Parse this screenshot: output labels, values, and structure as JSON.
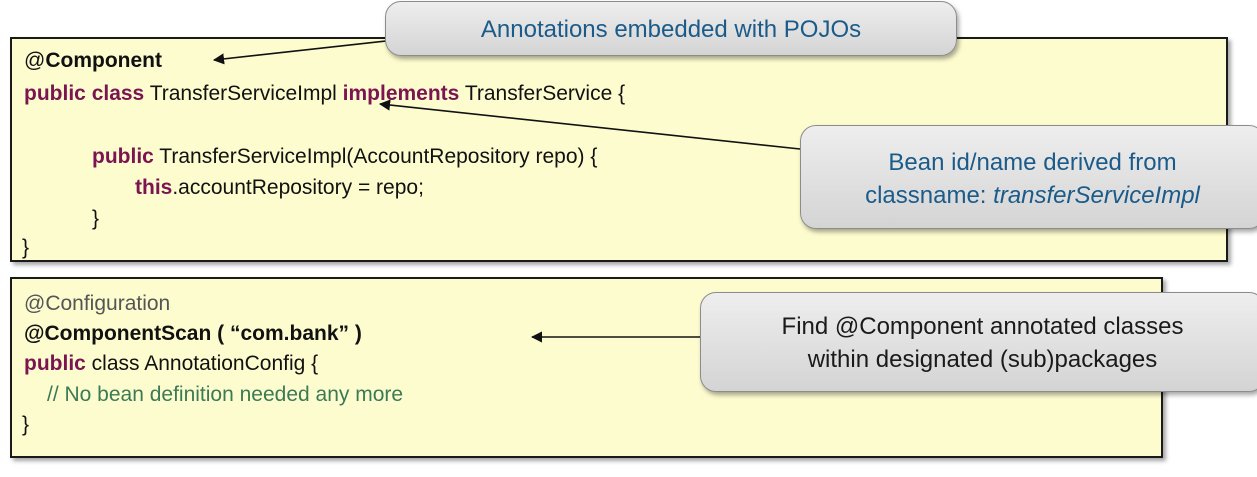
{
  "box1": {
    "l1_at": "@",
    "l1_component": "Component",
    "l2_kw_public": "public",
    "l2_kw_class": "class",
    "l2_name": " TransferServiceImpl ",
    "l2_kw_implements": "implements",
    "l2_rest": " TransferService {",
    "l3_kw_public": "public",
    "l3_rest": " TransferServiceImpl(AccountRepository repo) {",
    "l4_kw_this": "this",
    "l4_rest": ".accountRepository = repo;",
    "l5_brace": "}",
    "l6_brace": "}"
  },
  "box2": {
    "l1_config": "@Configuration",
    "l2_scan": "@ComponentScan ( “com.bank” )",
    "l3_kw_public": "public",
    "l3_rest": " class AnnotationConfig {",
    "l4_comment": "// No bean definition needed any more",
    "l5_brace": "}"
  },
  "callouts": {
    "pojos": "Annotations embedded with POJOs",
    "bean_line1": "Bean id/name derived from",
    "bean_line2_prefix": "classname: ",
    "bean_line2_italic": "transferServiceImpl",
    "scan_line1": "Find @Component annotated classes",
    "scan_line2": "within designated (sub)packages"
  },
  "colors": {
    "code_background": "#fdfccf",
    "keyword": "#7b1450",
    "comment": "#3c7a55",
    "callout_text_blue": "#1b5b8a"
  }
}
